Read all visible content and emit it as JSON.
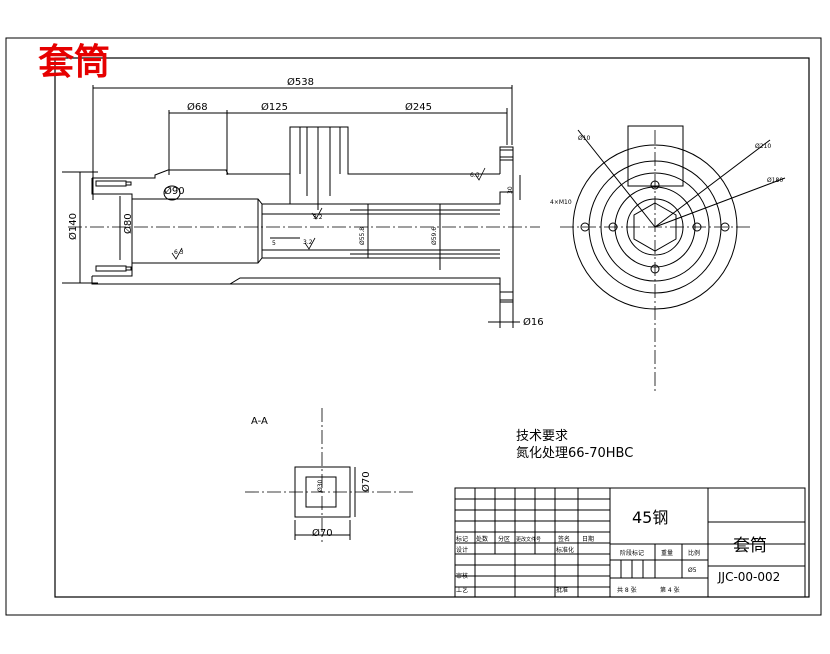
{
  "title": "套筒",
  "dimensions": {
    "d538": "Ø538",
    "d68": "Ø68",
    "d125": "Ø125",
    "d245": "Ø245",
    "d140": "Ø140",
    "d80": "Ø80",
    "d90": "Ø90",
    "d16": "Ø16",
    "r30": "30",
    "d55": "Ø55.8",
    "d59": "Ø59.6",
    "n5": "5",
    "ra_a": "6.3",
    "ra_b": "6.3",
    "ra_c": "3.2",
    "ra_d": "3.2"
  },
  "side_view": {
    "d10": "Ø10",
    "d210": "Ø210",
    "d180": "Ø180",
    "holes": "4×M10"
  },
  "section": {
    "label": "A-A",
    "d30": "Ø30",
    "d70v": "Ø70",
    "d70h": "Ø70"
  },
  "requirements": {
    "heading": "技术要求",
    "line1": "氮化处理66-70HBC"
  },
  "title_block": {
    "material": "45钢",
    "part_name": "套筒",
    "drawing_no": "JJC-00-002",
    "h_mark": "标记",
    "h_count": "处数",
    "h_zone": "分区",
    "h_docno": "更改文件号",
    "h_sign": "签名",
    "h_date": "日期",
    "r_design": "设计",
    "r_std": "标准化",
    "r_review": "审核",
    "r_process": "工艺",
    "r_approve": "批准",
    "stage_mark": "阶段标记",
    "weight": "重量",
    "scale": "比例",
    "scale_val": "Ø5",
    "sheets_total": "共 8 张",
    "sheet_no": "第 4 张"
  }
}
